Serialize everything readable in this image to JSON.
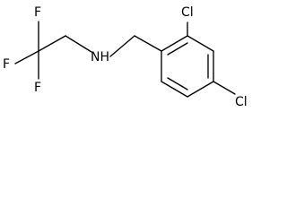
{
  "molecule": {
    "atoms": {
      "f_top": "F",
      "f_left": "F",
      "f_bottom": "F",
      "nh": "NH",
      "cl_top": "Cl",
      "cl_right": "Cl"
    }
  }
}
